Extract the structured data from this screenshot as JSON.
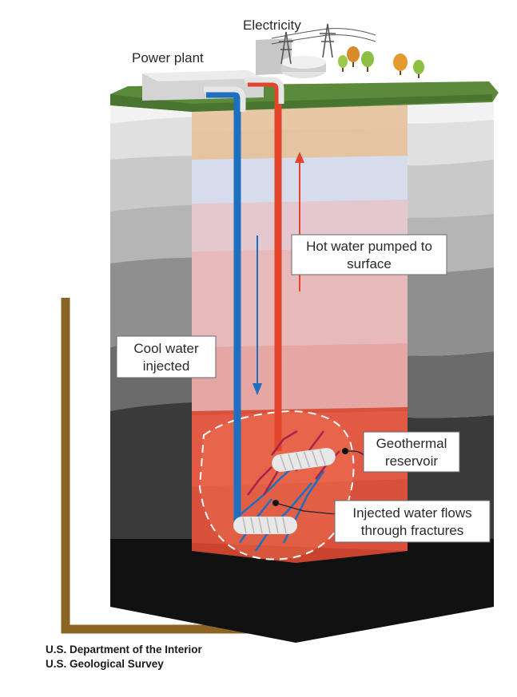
{
  "labels": {
    "electricity": "Electricity",
    "power_plant": "Power plant",
    "hot_water_line1": "Hot water pumped to",
    "hot_water_line2": "surface",
    "cool_water_line1": "Cool water",
    "cool_water_line2": "injected",
    "reservoir_line1": "Geothermal",
    "reservoir_line2": "reservoir",
    "fractures_line1": "Injected water flows",
    "fractures_line2": "through fractures"
  },
  "credit": {
    "line1": "U.S. Department of the Interior",
    "line2": "U.S. Geological Survey"
  },
  "colors": {
    "hot_pipe": "#e2452c",
    "cool_pipe": "#1f6fc0",
    "grass": "#5b8a3a",
    "frame": "#8a6524",
    "reservoir": "#d9503d"
  }
}
